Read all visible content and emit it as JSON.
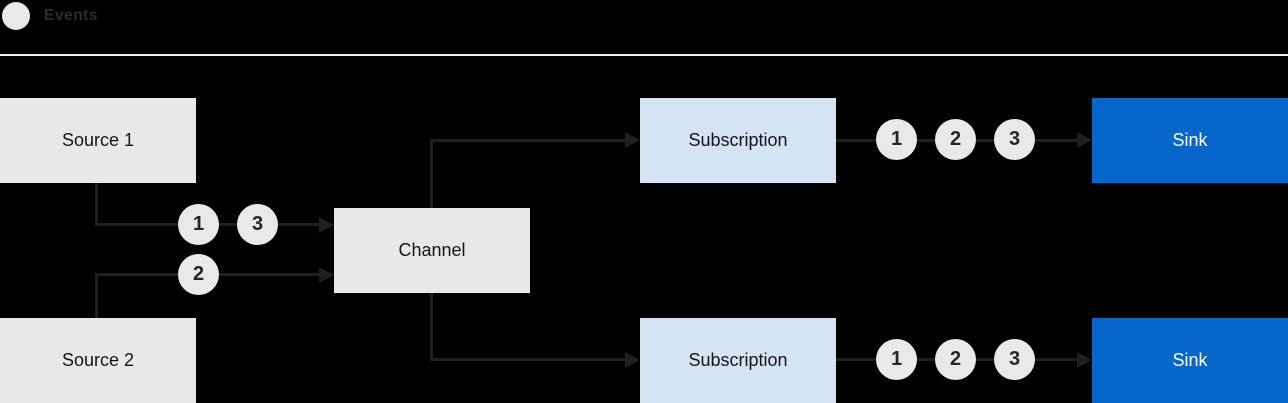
{
  "legend": {
    "label": "Events"
  },
  "nodes": {
    "source1": {
      "label": "Source 1"
    },
    "source2": {
      "label": "Source 2"
    },
    "channel": {
      "label": "Channel"
    },
    "subscription1": {
      "label": "Subscription"
    },
    "subscription2": {
      "label": "Subscription"
    },
    "sink1": {
      "label": "Sink"
    },
    "sink2": {
      "label": "Sink"
    }
  },
  "markers": {
    "source1_channel": [
      "1",
      "3"
    ],
    "source2_channel": [
      "2"
    ],
    "subscription1_sink": [
      "1",
      "2",
      "3"
    ],
    "subscription2_sink": [
      "1",
      "2",
      "3"
    ]
  },
  "colors": {
    "background": "#000000",
    "divider": "#ececec",
    "box_gray": "#e8e8e8",
    "box_light_blue": "#d4e4f4",
    "box_blue": "#0666c9",
    "connector": "#1f1f1f",
    "text_dark": "#151515",
    "text_light": "#ffffff",
    "legend_text": "#2b2b2b",
    "event_circle": "#e9e9e9"
  }
}
